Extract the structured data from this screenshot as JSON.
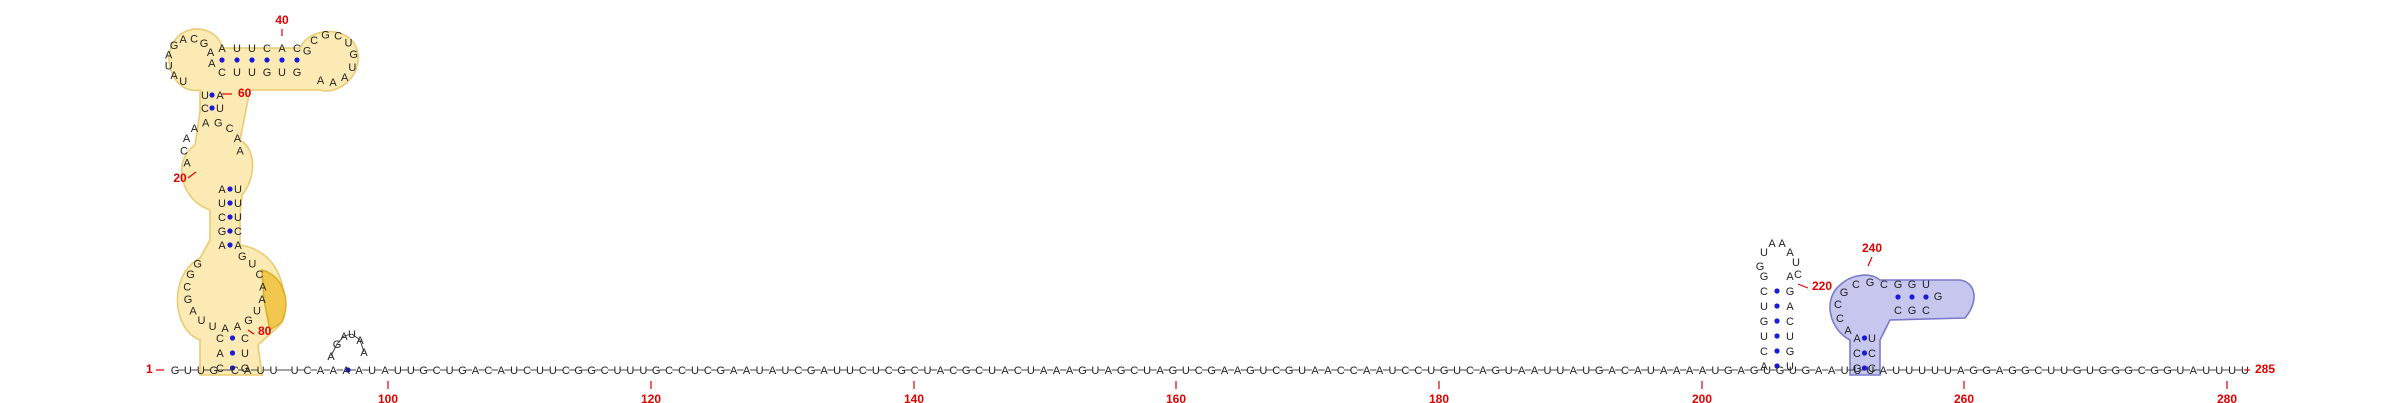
{
  "sequence": "GUUGCAUUUCAAAAUAUUGCUGACAUCUUCGGCUUUGCCUCGAAUAUCGAUUCUCGCUACGCUACUAAAGUAGCUAGUCGAAGUCGUAACCAAUCCUGUCAGUAAUUAUGACAUAAAAUGAGUGUGAAUUUAUUUUUAGGAGGCUUGUGGGCGGUAUUUU",
  "start_number": "1",
  "end_number": "285",
  "axis_numbers": [
    "100",
    "120",
    "140",
    "160",
    "180",
    "200",
    "220",
    "240",
    "260",
    "280"
  ],
  "hairpin_small": [
    "A",
    "G",
    "A",
    "U",
    "A",
    "A"
  ],
  "stem_left": {
    "base_pairs": [
      [
        "C",
        "G"
      ],
      [
        "A",
        "U"
      ],
      [
        "C",
        "C"
      ],
      [
        "U",
        "A"
      ],
      [
        "A",
        "U"
      ],
      [
        "C",
        "A"
      ],
      [
        "U",
        "C"
      ]
    ],
    "loop_bottom": [
      "G",
      "U",
      "C",
      "A",
      "A",
      "U",
      "G",
      "A",
      "A",
      "U",
      "U",
      "A",
      "G",
      "C",
      "G",
      "G"
    ],
    "loop_mid": [
      "A",
      "C",
      "A",
      "A",
      "A",
      "G",
      "C",
      "A",
      "A"
    ],
    "stem_mid": [
      [
        "A",
        "A"
      ],
      [
        "G",
        "C"
      ],
      [
        "C",
        "U"
      ],
      [
        "U",
        "U"
      ],
      [
        "A",
        "U"
      ]
    ],
    "top_left_loop": [
      "U",
      "A",
      "U",
      "A",
      "G",
      "A",
      "C",
      "G",
      "A",
      "A"
    ],
    "top_helix": [
      [
        "A",
        "C"
      ],
      [
        "U",
        "U"
      ],
      [
        "U",
        "U"
      ],
      [
        "C",
        "G"
      ],
      [
        "A",
        "U"
      ],
      [
        "C",
        "G"
      ]
    ],
    "top_right_loop": [
      "G",
      "C",
      "G",
      "C",
      "U",
      "G",
      "U",
      "A",
      "A",
      "A"
    ],
    "numbers": [
      "20",
      "40",
      "60",
      "80"
    ]
  },
  "stem_right1": {
    "loop": [
      "G",
      "U",
      "A",
      "A",
      "A",
      "U",
      "C"
    ],
    "left": [
      "A",
      "C",
      "U",
      "G",
      "U",
      "C",
      "G"
    ],
    "right": [
      "U",
      "G",
      "U",
      "C",
      "A",
      "G",
      "A"
    ],
    "number": "220"
  },
  "stem_right2": {
    "loop": [
      "A",
      "C",
      "C",
      "G",
      "C",
      "G",
      "C",
      "G",
      "G",
      "U",
      "G",
      "C",
      "G",
      "C"
    ],
    "stem": [
      [
        "G",
        "C"
      ],
      [
        "C",
        "C"
      ],
      [
        "A",
        "U"
      ]
    ],
    "number": "240"
  },
  "colors": {
    "nucleotide": "#222222",
    "numbers": "#e00000",
    "pair_dot": "#1a1adb",
    "highlight_yellow": "#fbe7a6",
    "highlight_orange": "#f1c543",
    "highlight_blue": "#b9b9ec"
  }
}
